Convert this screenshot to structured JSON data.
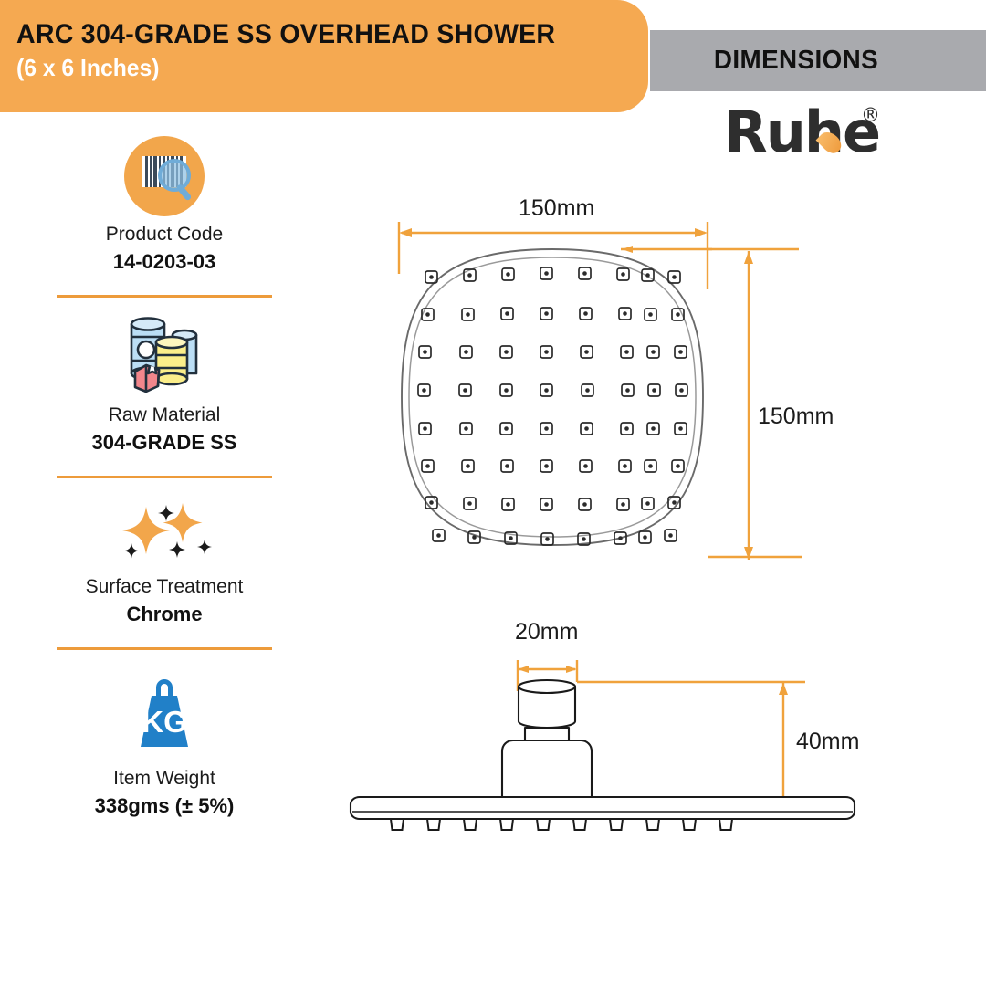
{
  "header": {
    "title_main": "ARC 304-GRADE SS OVERHEAD SHOWER",
    "title_sub": "(6 x 6 Inches)",
    "dimensions_label": "DIMENSIONS",
    "brand_name": "Ruhe",
    "brand_mark": "®",
    "colors": {
      "orange": "#F5A951",
      "gray": "#A9AAAE",
      "divider_orange": "#ED9B3B",
      "dimension_line": "#F0A23C",
      "drawing_line": "#1a1a1a",
      "weight_icon_blue": "#2180C8"
    }
  },
  "sidebar": {
    "items": [
      {
        "icon": "barcode-scan-icon",
        "label": "Product Code",
        "value": "14-0203-03"
      },
      {
        "icon": "raw-material-drums-icon",
        "label": "Raw Material",
        "value": "304-GRADE SS"
      },
      {
        "icon": "sparkle-shine-icon",
        "label": "Surface Treatment",
        "value": "Chrome"
      },
      {
        "icon": "weight-kg-icon",
        "label": "Item Weight",
        "value": "338gms (± 5%)",
        "icon_text": "KG"
      }
    ]
  },
  "drawings": {
    "face_view": {
      "name": "shower-face-top-view",
      "width_dimension": "150mm",
      "height_dimension": "150mm",
      "nozzle_rows": 8,
      "nozzle_cols": 8,
      "nozzle_total": 64,
      "shape": "rounded-square"
    },
    "side_view": {
      "name": "shower-side-profile-view",
      "inlet_dimension": "20mm",
      "height_dimension": "40mm",
      "nozzle_nubs": 10
    }
  }
}
